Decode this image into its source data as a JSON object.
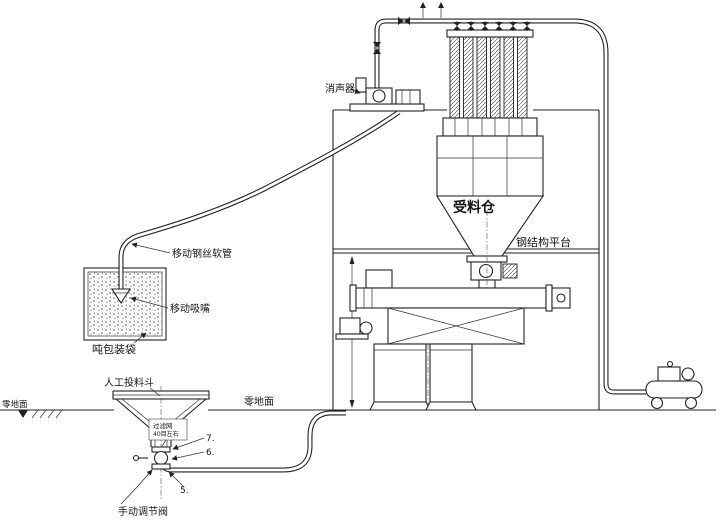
{
  "colors": {
    "ink": "#222222",
    "bg": "#ffffff",
    "texture": "#555555"
  },
  "labels": {
    "muffler": "消声器",
    "silo": "受料仓",
    "platform": "钢结构平台",
    "hose": "移动钢丝软管",
    "nozzle": "移动吸嘴",
    "ton_bag": "吨包装袋",
    "feed_hopper": "人工投料斗",
    "ground_left": "零地面",
    "ground_mid": "零地面",
    "mesh_line1": "过滤网",
    "mesh_line2": "40目左右",
    "num7": "7.",
    "num6": "6.",
    "num5": "5.",
    "manual_valve": "手动调节阀"
  }
}
